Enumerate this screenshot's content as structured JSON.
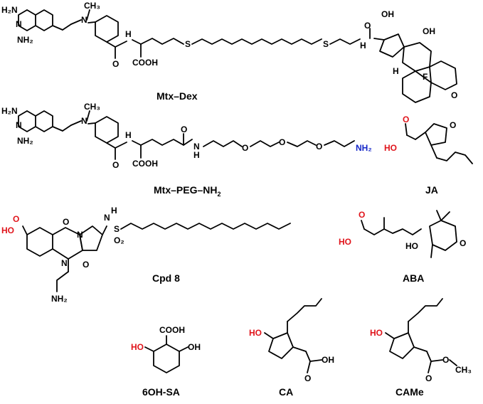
{
  "compounds": {
    "mtx_dex": {
      "name": "Mtx–Dex",
      "atoms": {
        "h2n_top": "H₂N",
        "n": "N",
        "nh2": "NH₂",
        "ch3": "CH₃",
        "h": "H",
        "o": "O",
        "cooh": "COOH",
        "s": "S",
        "oh": "OH",
        "f": "F"
      }
    },
    "mtx_peg": {
      "name": "Mtx–PEG–NH",
      "name_sub": "2",
      "atoms": {
        "h2n": "H₂N",
        "n": "N",
        "nh2": "NH₂",
        "ch3": "CH₃",
        "h": "H",
        "o": "O",
        "cooh": "COOH",
        "nh2_end": "NH₂"
      }
    },
    "ja": {
      "name": "JA",
      "atoms": {
        "ho": "HO",
        "o": "O"
      }
    },
    "cpd8": {
      "name": "Cpd 8",
      "atoms": {
        "ho": "HO",
        "o": "O",
        "n": "N",
        "h": "H",
        "s": "S",
        "o2": "O₂",
        "nh2": "NH₂"
      }
    },
    "aba": {
      "name": "ABA",
      "atoms": {
        "ho": "HO",
        "o": "O",
        "oh": "HO"
      }
    },
    "sa": {
      "name": "6OH-SA",
      "atoms": {
        "cooh": "COOH",
        "ho": "HO",
        "oh": "OH"
      }
    },
    "ca": {
      "name": "CA",
      "atoms": {
        "ho": "HO",
        "o": "O",
        "oh": "OH"
      }
    },
    "came": {
      "name": "CAMe",
      "atoms": {
        "ho": "HO",
        "o": "O",
        "ch3": "CH₃"
      }
    }
  },
  "colors": {
    "bond": "#000000",
    "hydroxyl_red": "#e0141b",
    "amine_blue": "#1426c8"
  }
}
